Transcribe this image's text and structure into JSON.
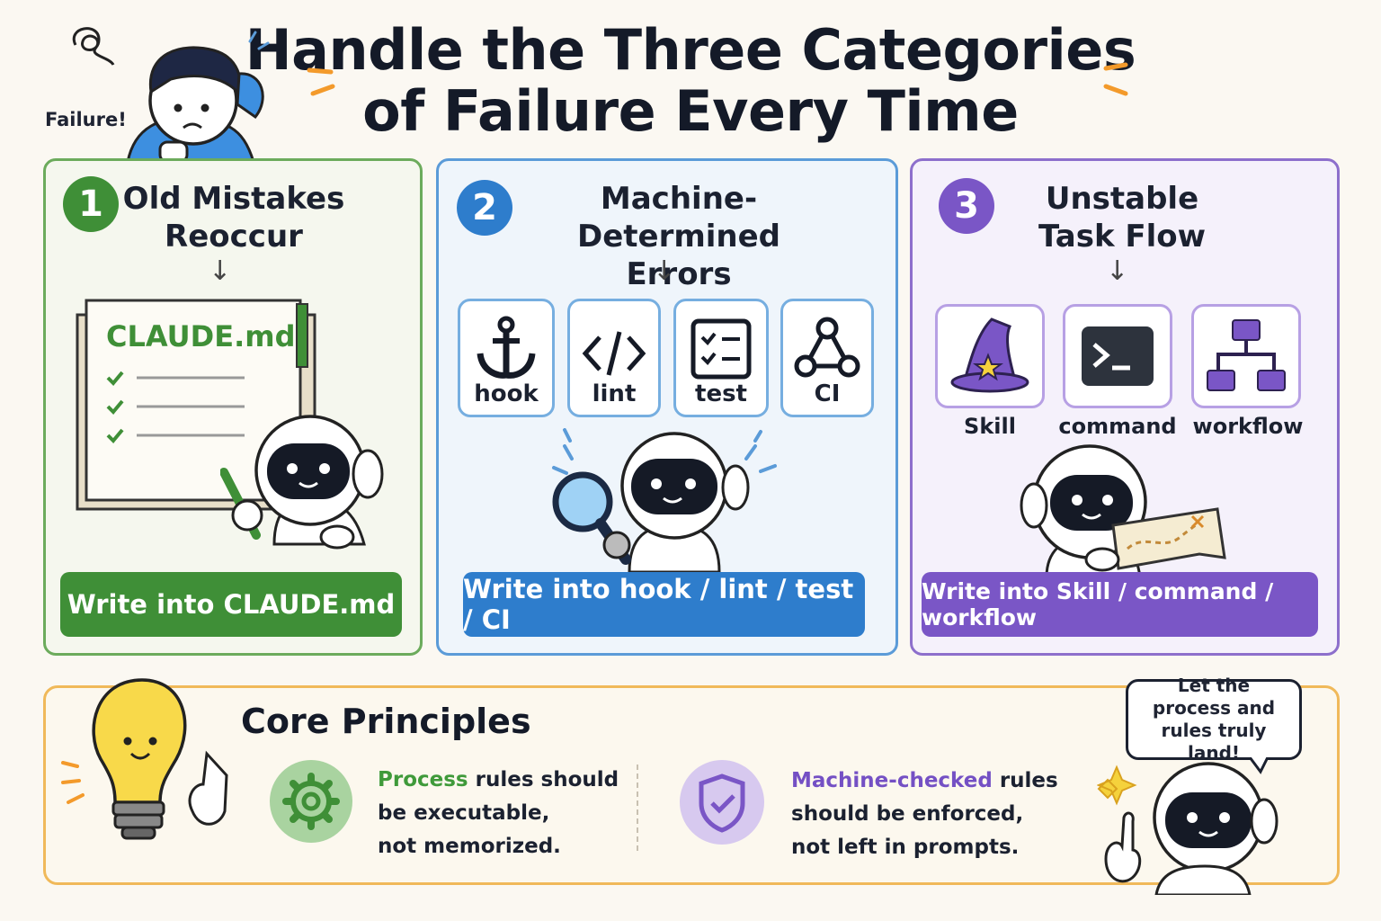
{
  "header": {
    "title_line1": "Handle the Three Categories",
    "title_line2": "of Failure Every Time",
    "failure_label": "Failure!"
  },
  "panels": [
    {
      "number": "1",
      "title_line1": "Old Mistakes",
      "title_line2": "Reoccur",
      "notebook_title": "CLAUDE.md",
      "banner": "Write into CLAUDE.md",
      "color": "#3f8f37"
    },
    {
      "number": "2",
      "title_line1": "Machine-Determined",
      "title_line2": "Errors",
      "tools": [
        "hook",
        "lint",
        "test",
        "CI"
      ],
      "banner": "Write into hook / lint / test / CI",
      "color": "#2e7dcc"
    },
    {
      "number": "3",
      "title_line1": "Unstable",
      "title_line2": "Task Flow",
      "tools": [
        "Skill",
        "command",
        "workflow"
      ],
      "banner": "Write into Skill / command / workflow",
      "color": "#7a56c6"
    }
  ],
  "core": {
    "title": "Core Principles",
    "left": {
      "highlight": "Process",
      "rest1": " rules should",
      "line2": "be executable,",
      "line3": "not memorized."
    },
    "right": {
      "highlight": "Machine-checked",
      "rest1": " rules",
      "line2": "should be enforced,",
      "line3": "not left in prompts."
    },
    "bubble": "Let the process and rules truly land!"
  },
  "icons": [
    "confused-boy-icon",
    "notebook-icon",
    "robot-icon",
    "anchor-icon",
    "code-icon",
    "checklist-icon",
    "network-icon",
    "magnifier-icon",
    "wizard-hat-icon",
    "terminal-icon",
    "workflow-icon",
    "map-icon",
    "lightbulb-icon",
    "gear-icon",
    "shield-check-icon",
    "sparkle-icon"
  ]
}
